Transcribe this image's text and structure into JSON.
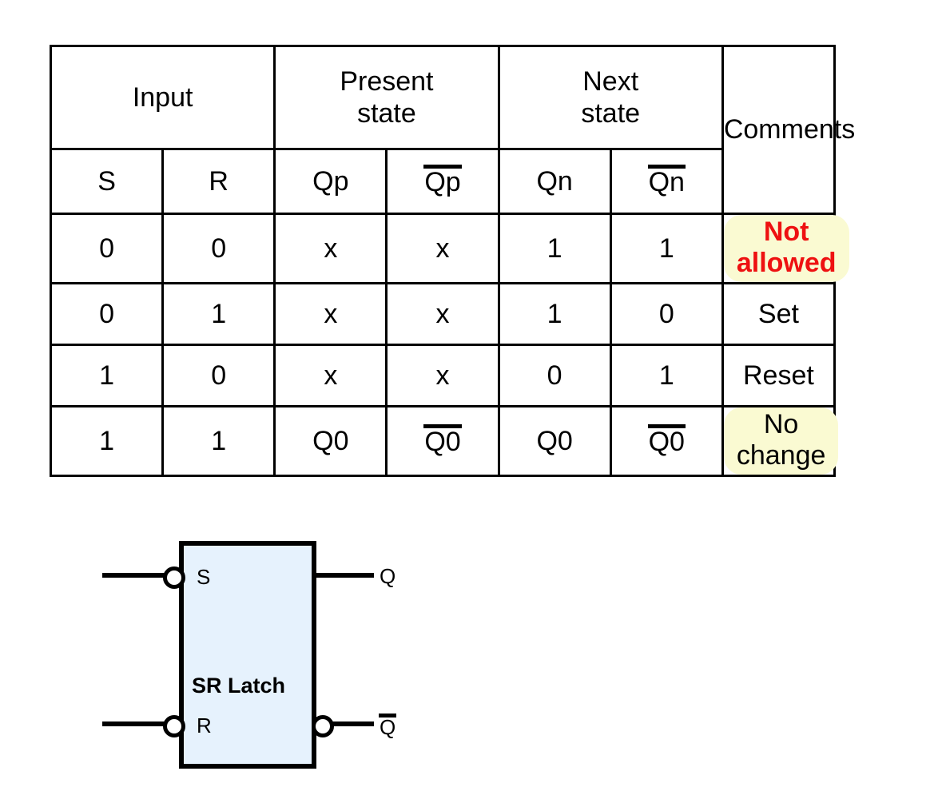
{
  "colors": {
    "header_fill": "#cbe8fb",
    "latch_fill": "#e6f2fd",
    "highlight": "#fafad2",
    "danger_text": "#ee1111",
    "line": "#000000"
  },
  "table": {
    "group_headers": [
      {
        "label": "Input",
        "span": 2
      },
      {
        "label": "Present\nstate",
        "span": 2
      },
      {
        "label": "Next\nstate",
        "span": 2
      },
      {
        "label": "Comments",
        "span": 1
      }
    ],
    "group_header_labels": {
      "input": "Input",
      "present_state_line1": "Present",
      "present_state_line2": "state",
      "next_state_line1": "Next",
      "next_state_line2": "state",
      "comments": "Comments"
    },
    "sub_headers": {
      "s": "S",
      "r": "R",
      "qp": "Qp",
      "qp_bar": "Qp",
      "qn": "Qn",
      "qn_bar": "Qn"
    },
    "rows": [
      {
        "s": "0",
        "r": "0",
        "qp": "x",
        "qp_bar": "x",
        "qp_bar_overline": false,
        "qn": "1",
        "qn_bar": "1",
        "qn_bar_overline": false,
        "comment": "Not allowed",
        "comment_style": "danger-chip"
      },
      {
        "s": "0",
        "r": "1",
        "qp": "x",
        "qp_bar": "x",
        "qp_bar_overline": false,
        "qn": "1",
        "qn_bar": "0",
        "qn_bar_overline": false,
        "comment": "Set",
        "comment_style": "plain"
      },
      {
        "s": "1",
        "r": "0",
        "qp": "x",
        "qp_bar": "x",
        "qp_bar_overline": false,
        "qn": "0",
        "qn_bar": "1",
        "qn_bar_overline": false,
        "comment": "Reset",
        "comment_style": "plain"
      },
      {
        "s": "1",
        "r": "1",
        "qp": "Q0",
        "qp_bar": "Q0",
        "qp_bar_overline": true,
        "qn": "Q0",
        "qn_bar": "Q0",
        "qn_bar_overline": true,
        "comment": "No change",
        "comment_style": "chip"
      }
    ]
  },
  "diagram": {
    "block_label": "SR Latch",
    "inputs": [
      {
        "label": "S",
        "inverted": true
      },
      {
        "label": "R",
        "inverted": true
      }
    ],
    "outputs": [
      {
        "label": "Q",
        "inverted": false,
        "overline": false
      },
      {
        "label": "Q",
        "inverted": true,
        "overline": true
      }
    ],
    "pin_s": "S",
    "pin_r": "R",
    "pin_q": "Q",
    "pin_qbar": "Q"
  }
}
